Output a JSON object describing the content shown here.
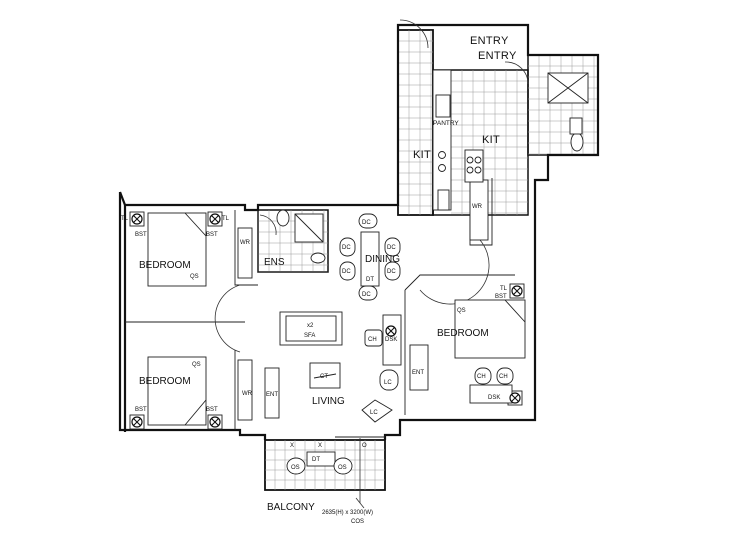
{
  "rooms": {
    "entry_a": "ENTRY",
    "entry_b": "ENTRY",
    "pantry": "PANTRY",
    "kit_a": "KIT",
    "kit_b": "KIT",
    "bedroom_left_top": "BEDROOM",
    "bedroom_left_bottom": "BEDROOM",
    "bedroom_right": "BEDROOM",
    "ens": "ENS",
    "dining": "DINING",
    "living": "LIVING",
    "balcony": "BALCONY"
  },
  "fixtures": {
    "wr": "WR",
    "ent": "ENT",
    "qs": "QS",
    "bst": "BST",
    "tl": "TL",
    "dc": "DC",
    "dt": "DT",
    "sfa": "SFA",
    "x2": "x2",
    "ct": "CT",
    "ch": "CH",
    "dsk": "DSK",
    "lc": "LC",
    "os": "OS",
    "x": "X",
    "o": "O"
  },
  "dimension_note": {
    "size": "2635(H) x 3200(W)",
    "code": "COS"
  }
}
